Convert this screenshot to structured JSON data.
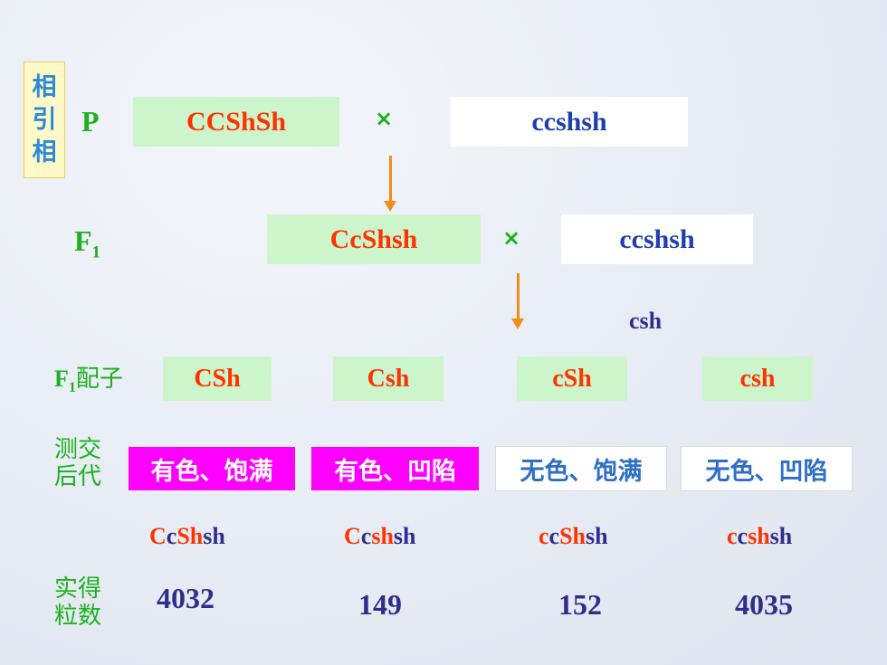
{
  "tag": {
    "chars": [
      "相",
      "引",
      "相"
    ]
  },
  "parents": {
    "label": "P",
    "left": "CCShSh",
    "cross": "×",
    "right": "ccshsh"
  },
  "f1": {
    "label_main": "F",
    "label_sub": "1",
    "left": "CcShsh",
    "cross": "×",
    "right": "ccshsh"
  },
  "test_gamete": "csh",
  "gametes": {
    "label_main": "F",
    "label_sub": "1",
    "label_rest": "配子",
    "items": [
      "CSh",
      "Csh",
      "cSh",
      "csh"
    ]
  },
  "offspring": {
    "label_line1": "测交",
    "label_line2": "后代",
    "phenotypes": [
      "有色、饱满",
      "有色、凹陷",
      "无色、饱满",
      "无色、凹陷"
    ]
  },
  "genotypes": [
    {
      "parts": [
        "C",
        "c",
        "Sh",
        "sh"
      ]
    },
    {
      "parts": [
        "C",
        "c",
        "sh",
        "sh"
      ]
    },
    {
      "parts": [
        "c",
        "c",
        "Sh",
        "sh"
      ]
    },
    {
      "parts": [
        "c",
        "c",
        "sh",
        "sh"
      ]
    }
  ],
  "counts": {
    "label_line1": "实得",
    "label_line2": "粒数",
    "values": [
      "4032",
      "149",
      "152",
      "4035"
    ]
  },
  "colors": {
    "red": "#ff3300",
    "blue": "#1f3fb0",
    "navy": "#2e2f8c",
    "green": "#1bb21b",
    "magenta": "#ff00ff",
    "orange": "#f28c1a"
  }
}
